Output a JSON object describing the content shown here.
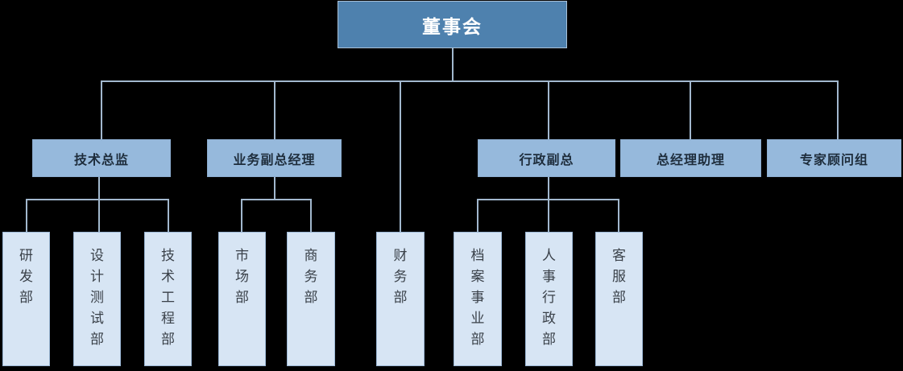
{
  "diagram": {
    "type": "org-chart",
    "root": {
      "label": "董事会"
    },
    "level2": [
      {
        "label": "技术总监",
        "reports_to": "董事会"
      },
      {
        "label": "业务副总经理",
        "reports_to": "董事会"
      },
      {
        "label": "行政副总",
        "reports_to": "董事会"
      },
      {
        "label": "总经理助理",
        "reports_to": "董事会"
      },
      {
        "label": "专家顾问组",
        "reports_to": "董事会"
      }
    ],
    "level3": [
      {
        "label": "研发部",
        "reports_to": "技术总监"
      },
      {
        "label": "设计测试部",
        "reports_to": "技术总监"
      },
      {
        "label": "技术工程部",
        "reports_to": "技术总监"
      },
      {
        "label": "市场部",
        "reports_to": "业务副总经理"
      },
      {
        "label": "商务部",
        "reports_to": "业务副总经理"
      },
      {
        "label": "财务部",
        "reports_to": "董事会"
      },
      {
        "label": "档案事业部",
        "reports_to": "行政副总"
      },
      {
        "label": "人事行政部",
        "reports_to": "行政副总"
      },
      {
        "label": "客服部",
        "reports_to": "行政副总"
      }
    ],
    "colors": {
      "background": "#000000",
      "root_fill": "#4E81AE",
      "root_text": "#FFFFFF",
      "level2_fill": "#96B9DC",
      "level2_text": "#1E2D3C",
      "level3_fill": "#D7E5F4",
      "level3_border": "#9CB8D6",
      "level3_text": "#3A4149",
      "connector": "#A2B8CE"
    }
  }
}
